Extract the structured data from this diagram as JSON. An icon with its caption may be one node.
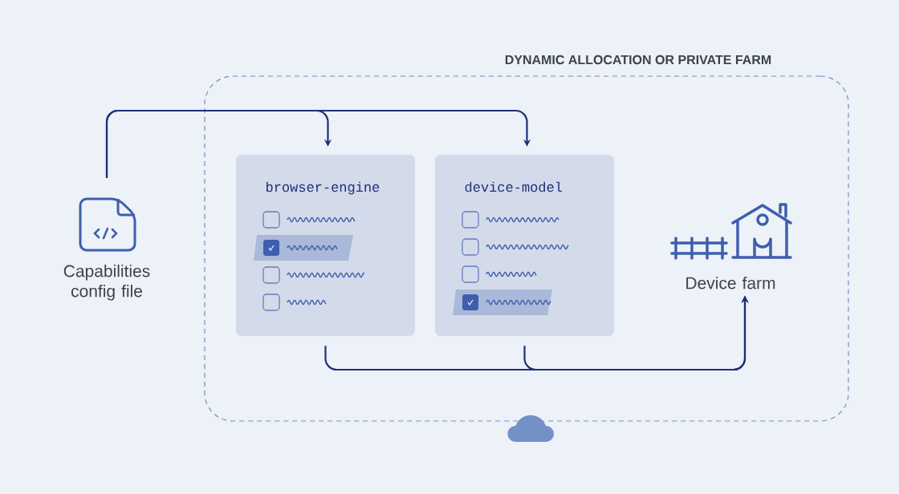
{
  "diagram": {
    "nodes": [
      {
        "text": [
          "DYNAMIC ALLOCATION OR PRIVATE FARM"
        ]
      },
      {
        "text": [
          "Capabilities config file"
        ]
      },
      {
        "text": [
          "browser-engine"
        ],
        "in": 0
      },
      {
        "text": [
          "device-model"
        ],
        "in": 0
      },
      {
        "text": [
          "Device farm"
        ],
        "in": 0
      }
    ],
    "edges": [
      {
        "from": 1,
        "to": 2,
        "arrow": "to"
      },
      {
        "from": 1,
        "to": 3,
        "arrow": "to"
      },
      {
        "from": 2,
        "to": 4,
        "arrow": "to"
      },
      {
        "from": 3,
        "to": 4,
        "arrow": "to"
      }
    ]
  }
}
